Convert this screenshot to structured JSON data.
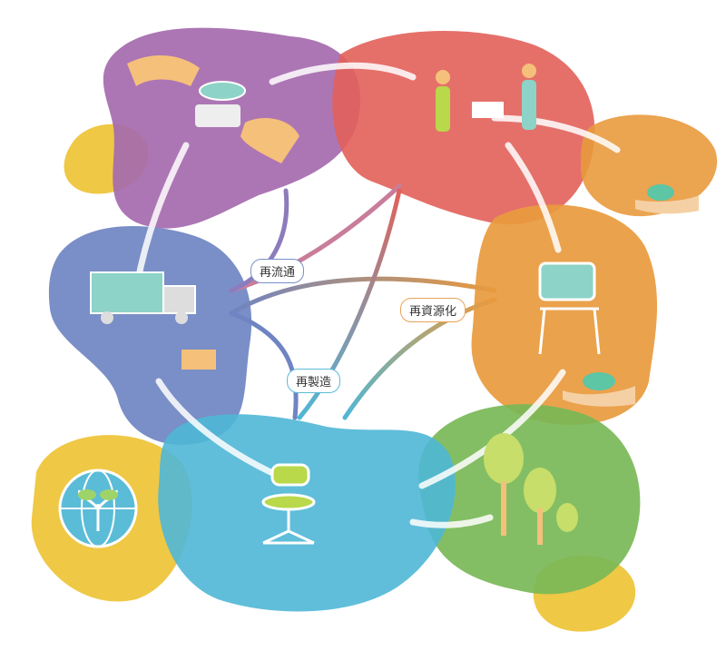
{
  "diagram": {
    "labels": {
      "redistribution": "再流通",
      "recycling": "再資源化",
      "remanufacturing": "再製造"
    },
    "colors": {
      "purple": "#a56aae",
      "red": "#e2605a",
      "orange": "#e99a3d",
      "blue": "#6f84c2",
      "cyan": "#4fb7d6",
      "green": "#7ab857",
      "yellow": "#efc845"
    }
  }
}
